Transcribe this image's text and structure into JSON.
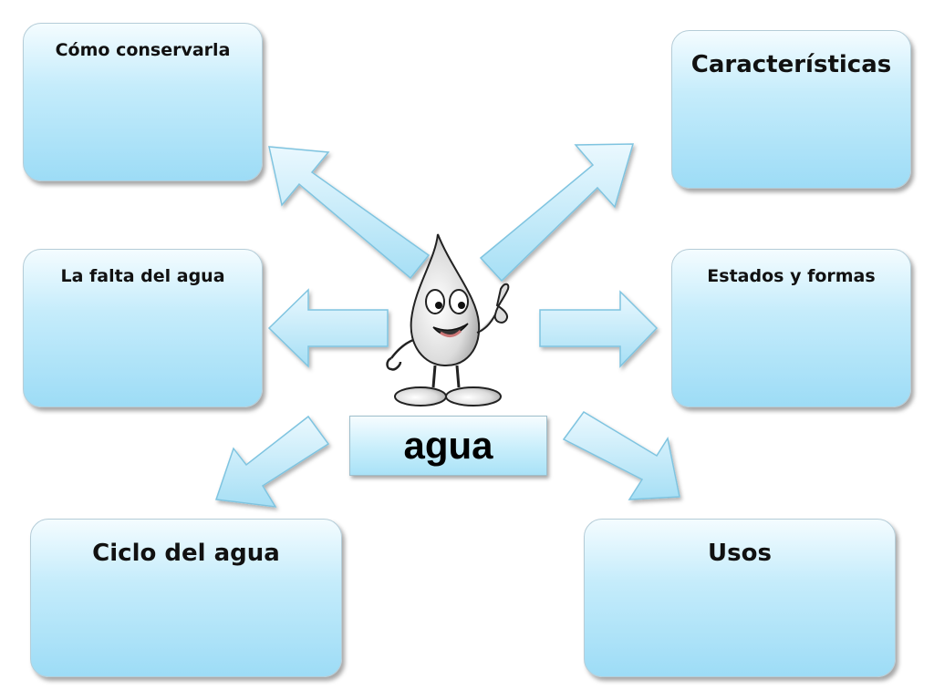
{
  "center": {
    "label": "agua"
  },
  "topics": {
    "como_conservarla": "Cómo conservarla",
    "caracteristicas": "Características",
    "la_falta": "La falta del agua",
    "estados": "Estados y formas",
    "ciclo": "Ciclo del agua",
    "usos": "Usos"
  },
  "colors": {
    "card_top": "#f4fcff",
    "card_bottom": "#9ddcf6",
    "arrow_fill": "#c4ebfa",
    "arrow_stroke": "#7fc4e0"
  },
  "icons": {
    "mascot": "water-drop-mascot-icon"
  }
}
